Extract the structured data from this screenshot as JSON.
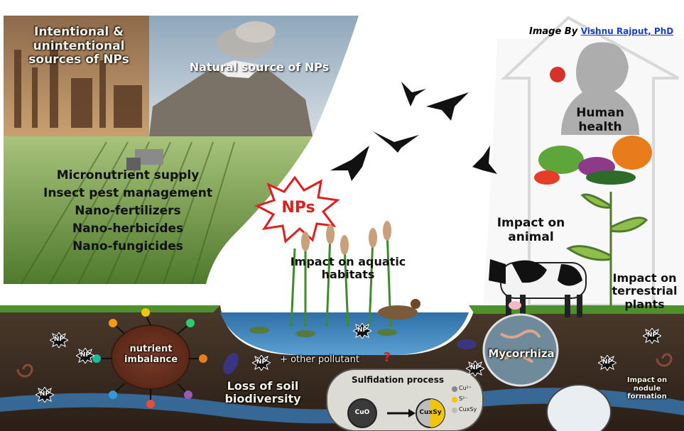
{
  "credit": {
    "prefix": "Image By",
    "author": "Vishnu Rajput, PhD"
  },
  "sources": {
    "intentional": "Intentional & unintentional sources of NPs",
    "natural": "Natural source of NPs"
  },
  "agri_uses": [
    "Micronutrient supply",
    "Insect pest management",
    "Nano-fertilizers",
    "Nano-herbicides",
    "Nano-fungicides"
  ],
  "nps_burst": "NPs",
  "impacts": {
    "human": "Human health",
    "animal": "Impact on animal",
    "aquatic": "Impact on aquatic habitats",
    "terrestrial": "Impact on terrestrial plants",
    "mycorrhiza": "Mycorrhiza",
    "nodule": "Impact on nodule formation"
  },
  "soil": {
    "nutrient": "nutrient imbalance",
    "biodiversity": "Loss of soil biodiversity",
    "pollutant": "+ other pollutant",
    "question": "?"
  },
  "np_badge": "NP",
  "sulfidation": {
    "title": "Sulfidation process",
    "cuo": "CuO",
    "cuxsy": "CuxSy",
    "legend": [
      "Cu²⁺",
      "S²⁻",
      "CuxSy"
    ]
  },
  "colors": {
    "sky": "#ffffff",
    "soil": "#3a2b22",
    "water": "#3d7fb5",
    "field": "#6f9a3c",
    "burst": "#e41c1c"
  }
}
